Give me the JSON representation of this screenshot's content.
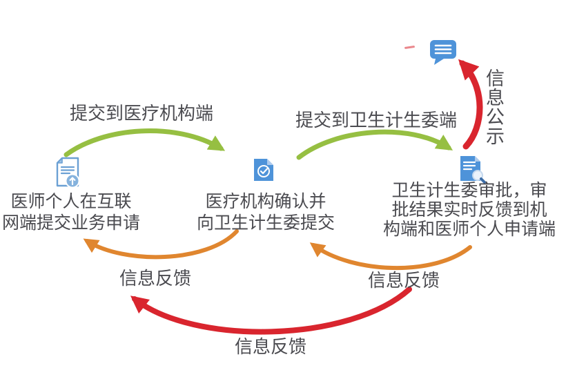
{
  "diagram": {
    "background_color": "#ffffff",
    "text_color": "#4b4b50",
    "colors": {
      "green": "#96bf42",
      "orange": "#e0862f",
      "red": "#d9252e",
      "icon_blue": "#4e93d9",
      "icon_blue_light": "#6ba0d4"
    },
    "nodes": [
      {
        "id": "doctor-application",
        "icon": "document-upload-icon",
        "lines": [
          "医师个人在互联",
          "网端提交业务申请"
        ]
      },
      {
        "id": "hospital-confirm",
        "icon": "document-check-icon",
        "lines": [
          "医疗机构确认并",
          "向卫生计生委提交"
        ]
      },
      {
        "id": "commission-review",
        "icon": "document-search-icon",
        "lines": [
          "卫生计生委审批，审",
          "批结果实时反馈到机",
          "构端和医师个人申请端"
        ]
      },
      {
        "id": "public-notice",
        "icon": "chat-bubble-icon",
        "lines": []
      }
    ],
    "arrows": [
      {
        "id": "submit-to-hospital",
        "label": "提交到医疗机构端",
        "color": "#96bf42"
      },
      {
        "id": "submit-to-commission",
        "label": "提交到卫生计生委端",
        "color": "#96bf42"
      },
      {
        "id": "info-publicity",
        "label": "信息公示",
        "color": "#d9252e"
      },
      {
        "id": "feedback-hospital-to-doctor",
        "label": "信息反馈",
        "color": "#e0862f"
      },
      {
        "id": "feedback-commission-to-hospital",
        "label": "信息反馈",
        "color": "#e0862f"
      },
      {
        "id": "feedback-commission-to-doctor",
        "label": "信息反馈",
        "color": "#d9252e"
      }
    ]
  }
}
